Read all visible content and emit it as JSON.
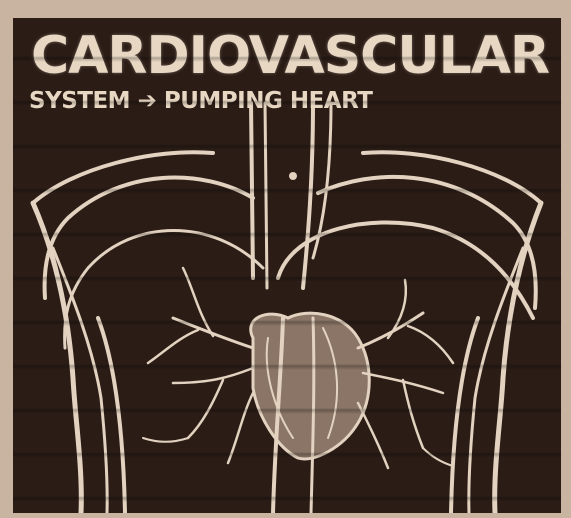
{
  "poster": {
    "title": "CARDIOVASCULAR",
    "subtitle": "SYSTEM ➔ PUMPING HEART"
  },
  "colors": {
    "background": "#2b1c16",
    "line": "#e2d2bf",
    "border": "#c9b4a2"
  },
  "figure": {
    "subject": "human torso circulatory system illustration with heart and vessels",
    "icon": "heart-vessels-illustration"
  }
}
